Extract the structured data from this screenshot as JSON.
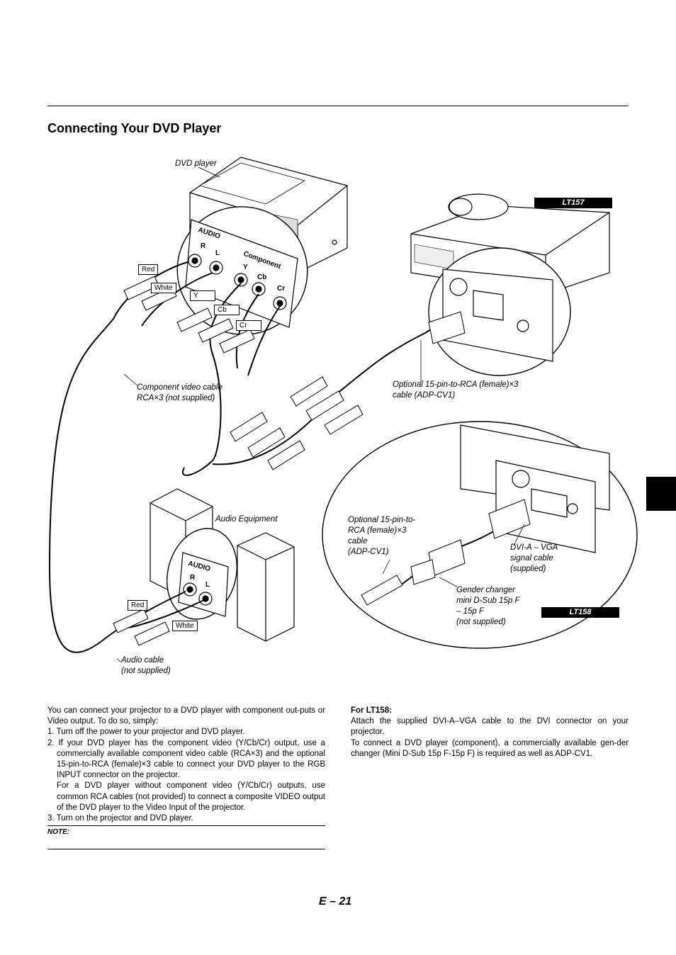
{
  "section_title": "Connecting Your DVD Player",
  "figure": {
    "dvd_player_label": "DVD player",
    "model_top": "LT157",
    "model_bottom": "LT158",
    "audio_panel": "AUDIO",
    "audio_r": "R",
    "audio_l": "L",
    "component_panel": "Component",
    "comp_y": "Y",
    "comp_cb": "Cb",
    "comp_cr": "Cr",
    "tag_red": "Red",
    "tag_white": "White",
    "tag_y": "Y",
    "tag_cb": "Cb",
    "tag_cr": "Cr",
    "component_cable_1": "Component video cable",
    "component_cable_2": "RCA×3 (not supplied)",
    "adp_cv1_1": "Optional 15-pin-to-RCA (female)×3",
    "adp_cv1_2": "cable (ADP-CV1)",
    "audio_equipment": "Audio Equipment",
    "audio2_panel": "AUDIO",
    "audio2_r": "R",
    "audio2_l": "L",
    "tag2_red": "Red",
    "tag2_white": "White",
    "audio_cable_1": "Audio cable",
    "audio_cable_2": "(not supplied)",
    "adp2_1": "Optional 15-pin-to-",
    "adp2_2": "RCA (female)×3",
    "adp2_3": "cable",
    "adp2_4": "(ADP-CV1)",
    "dvi_1": "DVI-A – VGA",
    "dvi_2": "signal cable",
    "dvi_3": "(supplied)",
    "gender_1": "Gender changer",
    "gender_2": "mini D-Sub 15p F",
    "gender_3": "– 15p F",
    "gender_4": "(not supplied)"
  },
  "left_text": {
    "intro": "You can connect your projector to a DVD player with component out-puts or Video output. To do so, simply:",
    "step1": "1. Turn off the power to your projector and DVD player.",
    "step2": "2. If your DVD player has the component video (Y/Cb/Cr) output, use a commercially available component video cable (RCA×3) and the optional 15-pin-to-RCA (female)×3 cable to connect your DVD player to the RGB INPUT connector on the projector.",
    "step2b": "For a DVD player without component video (Y/Cb/Cr) outputs, use common RCA cables (not provided) to connect a composite VIDEO output of the DVD player to the Video Input of the projector.",
    "step3": "3. Turn on the projector and DVD player.",
    "note": "NOTE:"
  },
  "right_text": {
    "heading": "For LT158:",
    "para1": "Attach the supplied DVI-A–VGA cable to the DVI connector on your projector.",
    "para2": "To connect a DVD player (component), a commercially available gen-der changer (Mini D-Sub 15p F-15p F) is required as well as ADP-CV1."
  },
  "page_number": "E – 21"
}
